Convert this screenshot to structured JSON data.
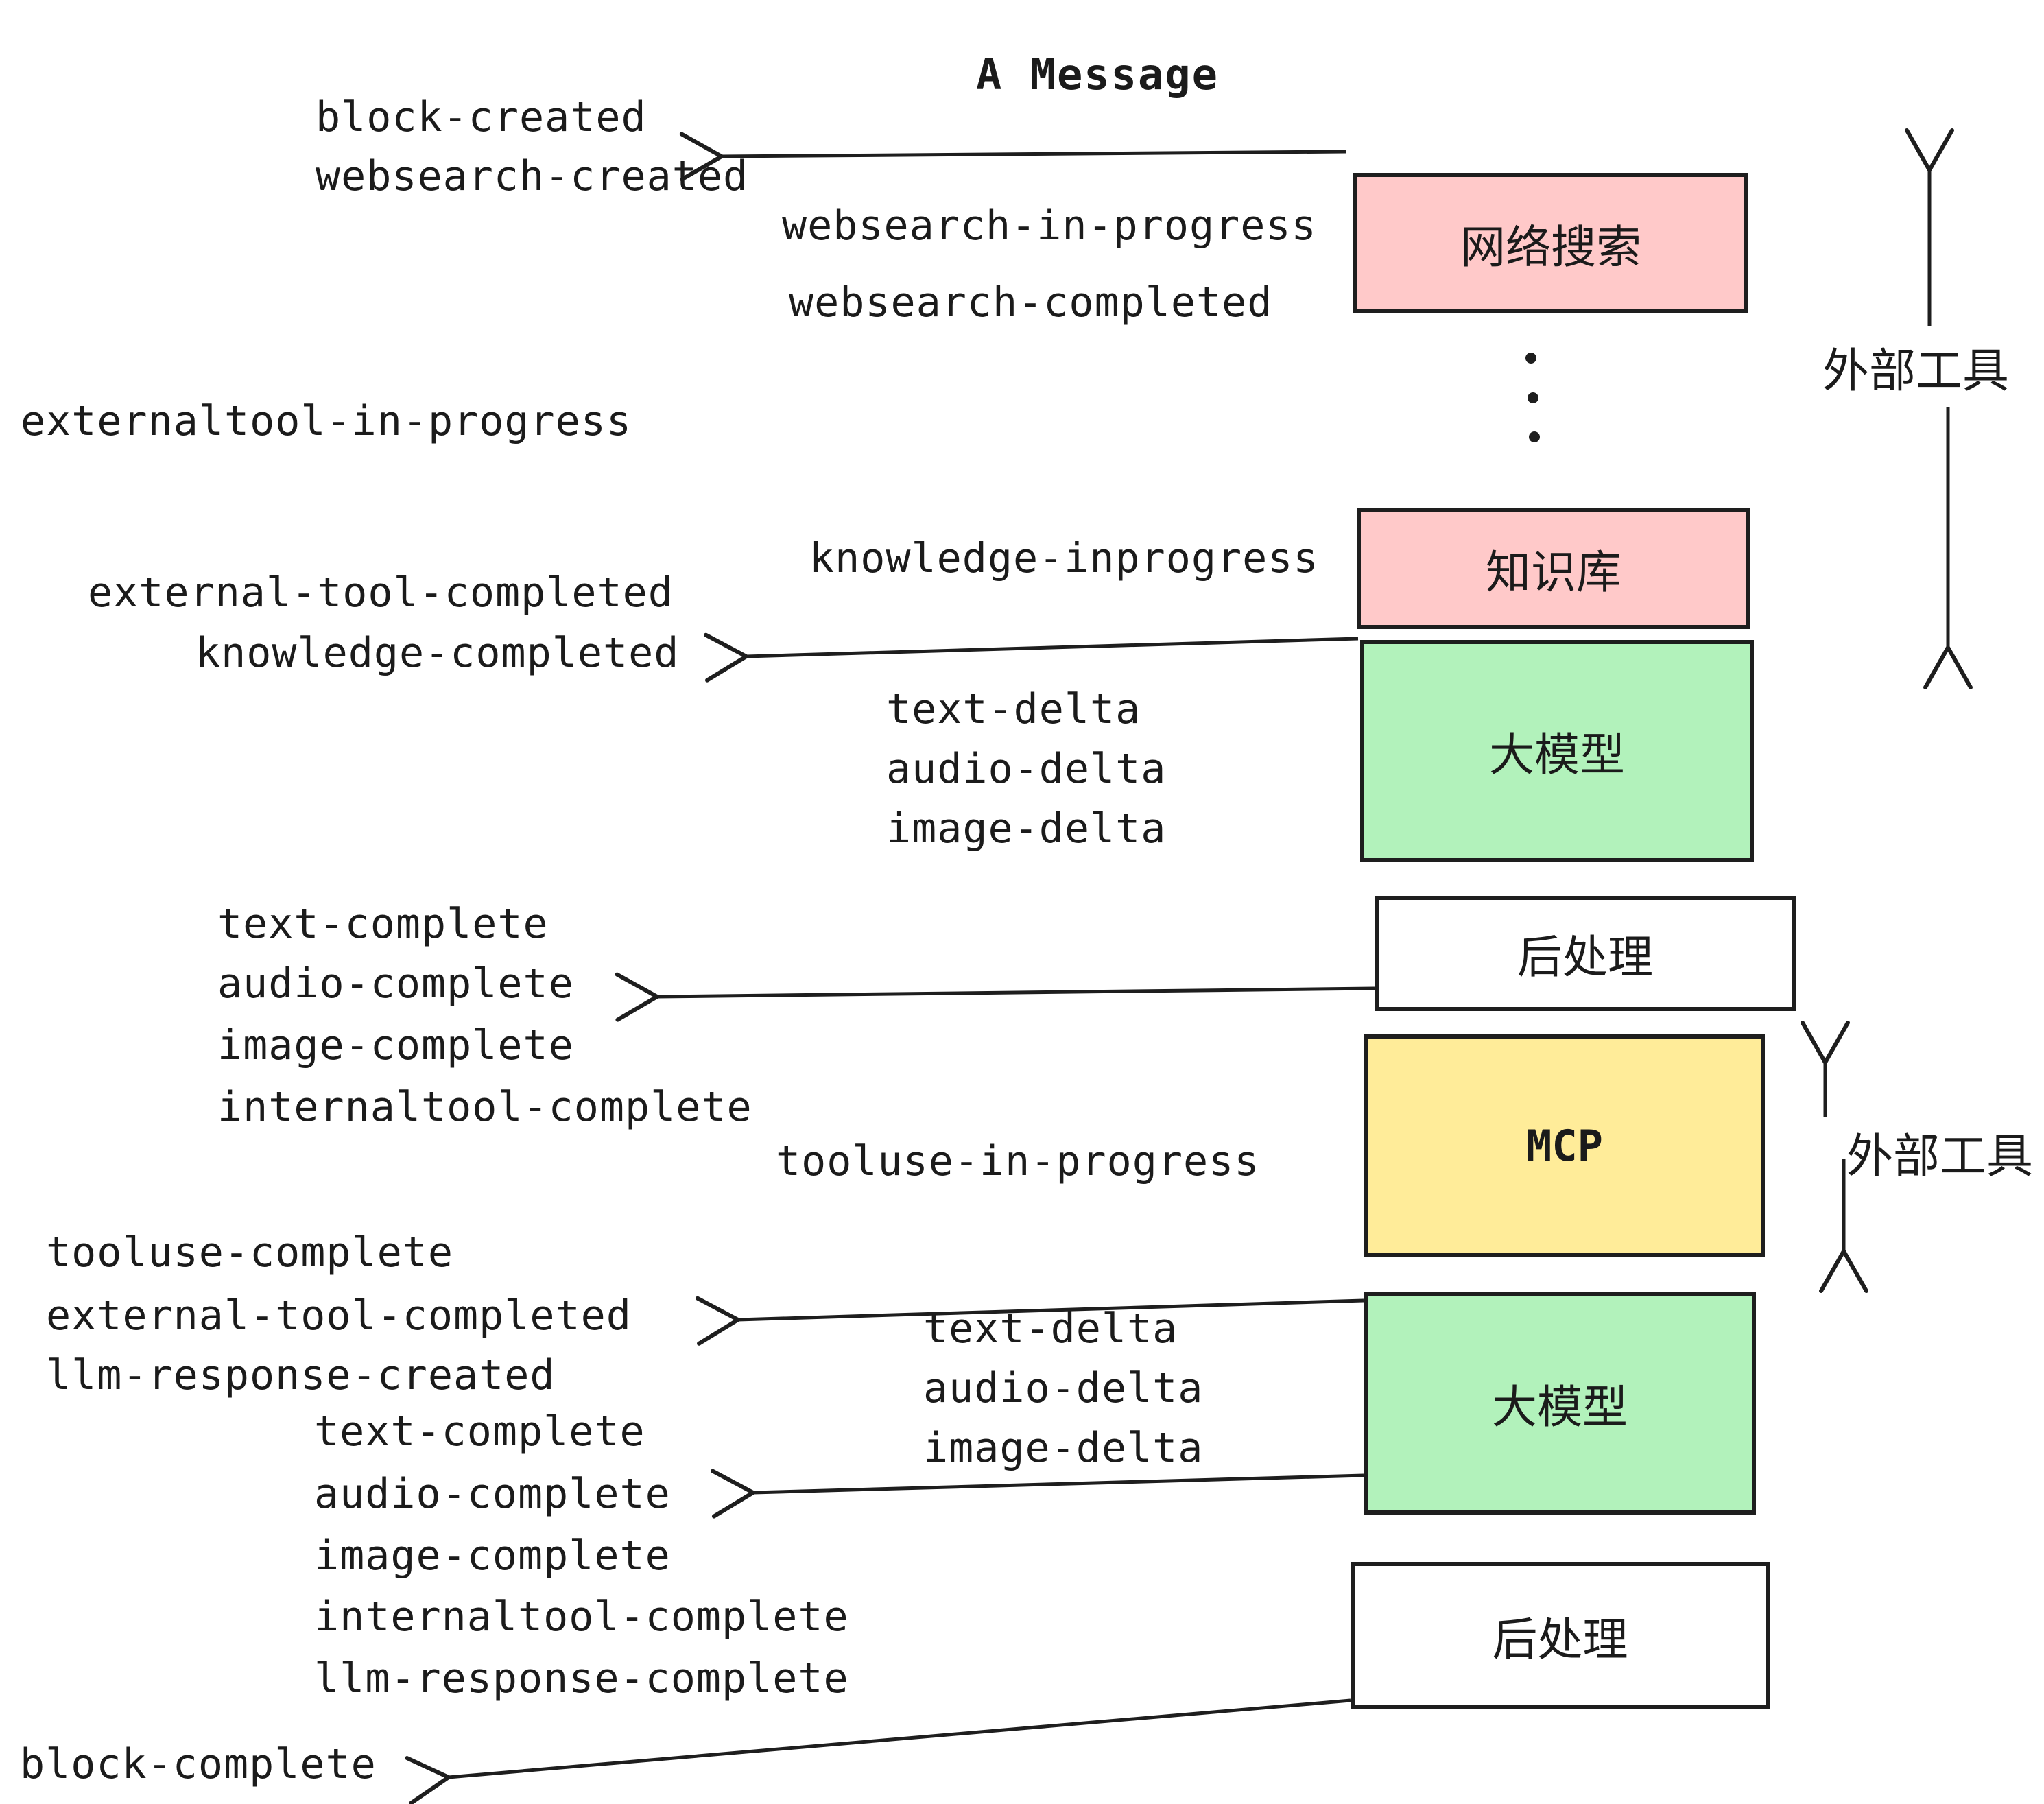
{
  "title": "A Message",
  "boxes": {
    "websearch": "网络搜索",
    "knowledge": "知识库",
    "llm1": "大模型",
    "post1": "后处理",
    "mcp": "MCP",
    "llm2": "大模型",
    "post2": "后处理"
  },
  "side_labels": {
    "external_tools_top": "外部工具",
    "external_tools_mcp": "外部工具"
  },
  "events": {
    "block_created": "block-created",
    "websearch_created": "websearch-created",
    "websearch_in_progress": "websearch-in-progress",
    "websearch_completed": "websearch-completed",
    "externaltool_in_progress": "externaltool-in-progress",
    "knowledge_inprogress": "knowledge-inprogress",
    "external_tool_completed_1": "external-tool-completed",
    "knowledge_completed": "knowledge-completed",
    "text_delta_1": "text-delta",
    "audio_delta_1": "audio-delta",
    "image_delta_1": "image-delta",
    "text_complete_1": "text-complete",
    "audio_complete_1": "audio-complete",
    "image_complete_1": "image-complete",
    "internaltool_complete_1": "internaltool-complete",
    "tooluse_in_progress": "tooluse-in-progress",
    "tooluse_complete": "tooluse-complete",
    "external_tool_completed_2": "external-tool-completed",
    "llm_response_created": "llm-response-created",
    "text_delta_2": "text-delta",
    "audio_delta_2": "audio-delta",
    "image_delta_2": "image-delta",
    "text_complete_2": "text-complete",
    "audio_complete_2": "audio-complete",
    "image_complete_2": "image-complete",
    "internaltool_complete_2": "internaltool-complete",
    "llm_response_complete": "llm-response-complete",
    "block_complete": "block-complete"
  },
  "colors": {
    "pink": "#ffc9c9",
    "green": "#b2f2bb",
    "yellow": "#ffec99",
    "white": "#ffffff",
    "stroke": "#1e1e1e",
    "text": "#1b1b1b",
    "background": "#ffffff"
  }
}
